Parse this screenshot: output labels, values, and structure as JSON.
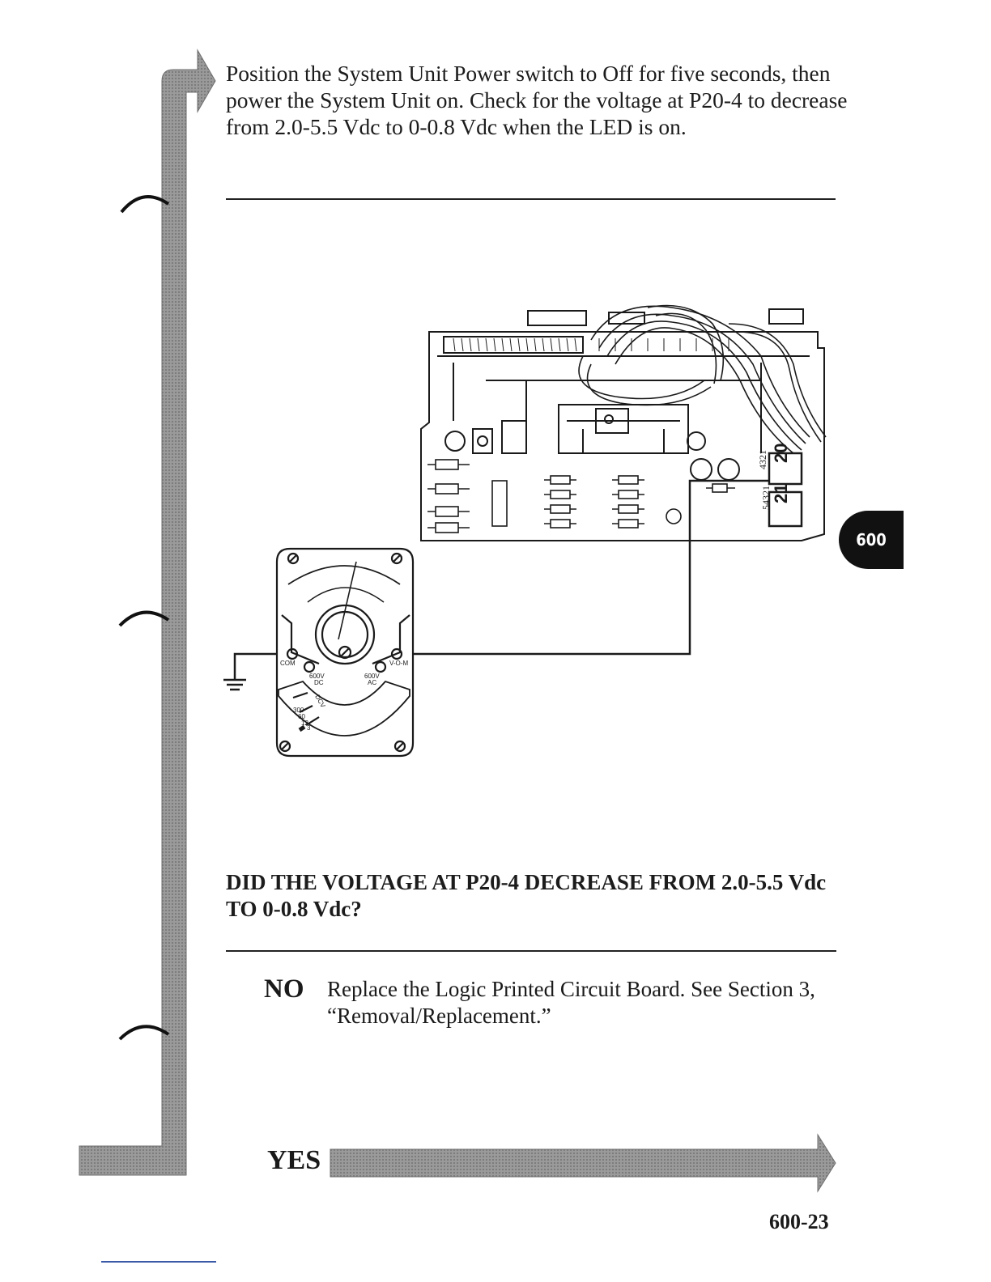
{
  "instruction": {
    "text": "Position the System Unit Power switch to Off for five seconds, then power the System Unit on. Check for the voltage at P20-4 to decrease from 2.0-5.5 Vdc to 0-0.8 Vdc when the LED is on."
  },
  "question": {
    "text": "DID THE VOLTAGE AT P20-4 DECREASE FROM 2.0-5.5 Vdc TO 0-0.8 Vdc?"
  },
  "answers": {
    "no_label": "NO",
    "no_text": "Replace the Logic Printed Circuit Board. See Section 3, “Removal/Replacement.”",
    "yes_label": "YES"
  },
  "tab_badge": "600",
  "page_number": "600-23",
  "illustration": {
    "connector_p20": "20",
    "connector_p21": "21",
    "pins_p20": "4321",
    "pins_p21": "54321",
    "meter_com": "COM",
    "meter_vom": "V-O-M",
    "meter_600v_dc": "600V",
    "meter_dc": "DC",
    "meter_600v_ac": "600V",
    "meter_ac": "AC",
    "meter_dcv": "DCV",
    "range_300": "300",
    "range_60": "60",
    "range_12": "12",
    "range_3": "3"
  },
  "colors": {
    "ink": "#1a1a1a",
    "flow_arrow": "#8a8a8a",
    "badge": "#111111"
  }
}
